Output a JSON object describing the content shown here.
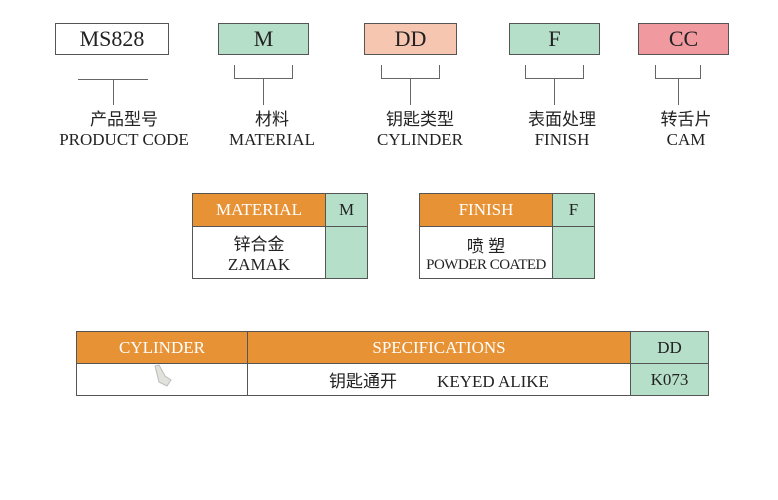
{
  "codes": [
    {
      "value": "MS828",
      "color": "#ffffff",
      "cn": "产品型号",
      "en": "PRODUCT CODE"
    },
    {
      "value": "M",
      "color": "#b5dfc8",
      "cn": "材料",
      "en": "MATERIAL"
    },
    {
      "value": "DD",
      "color": "#f7c6b0",
      "cn": "钥匙类型",
      "en": "CYLINDER"
    },
    {
      "value": "F",
      "color": "#b5dfc8",
      "cn": "表面处理",
      "en": "FINISH"
    },
    {
      "value": "CC",
      "color": "#f09aa0",
      "cn": "转舌片",
      "en": "CAM"
    }
  ],
  "material_table": {
    "header": "MATERIAL",
    "code": "M",
    "cn": "锌合金",
    "en": "ZAMAK"
  },
  "finish_table": {
    "header": "FINISH",
    "code": "F",
    "cn": "喷 塑",
    "en": "POWDER COATED"
  },
  "cylinder_table": {
    "headers": [
      "CYLINDER",
      "SPECIFICATIONS",
      "DD"
    ],
    "spec_cn": "钥匙通开",
    "spec_en": "KEYED ALIKE",
    "code": "K073"
  }
}
